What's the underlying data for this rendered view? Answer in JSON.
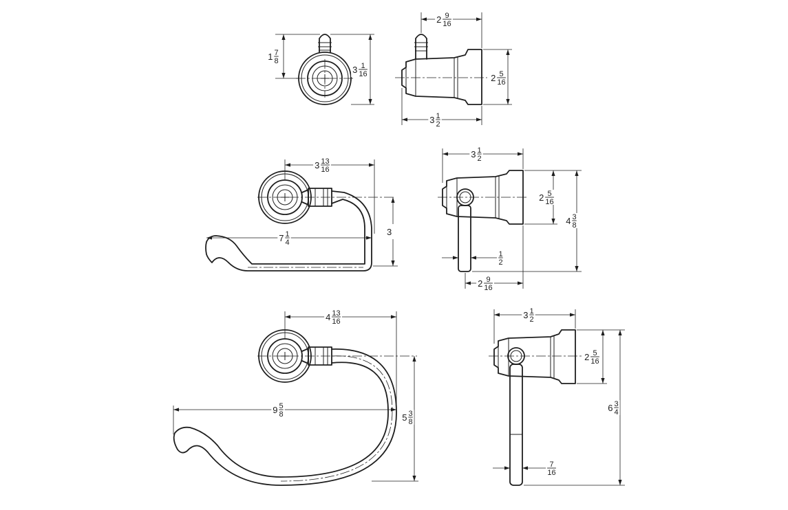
{
  "colors": {
    "line": "#1e1e1e",
    "background": "#ffffff"
  },
  "robe_hook": {
    "front_post_height": {
      "whole": "1",
      "num": "7",
      "den": "8"
    },
    "front_height": {
      "whole": "3",
      "num": "1",
      "den": "16"
    },
    "side_post_offset": {
      "whole": "2",
      "num": "9",
      "den": "16"
    },
    "side_base_height": {
      "whole": "2",
      "num": "5",
      "den": "16"
    },
    "side_depth": {
      "whole": "3",
      "num": "1",
      "den": "2"
    }
  },
  "paper_holder": {
    "front_center_to_end": {
      "whole": "3",
      "num": "13",
      "den": "16"
    },
    "front_width": {
      "whole": "7",
      "num": "1",
      "den": "4"
    },
    "front_drop": {
      "whole": "3",
      "num": "",
      "den": ""
    },
    "side_depth": {
      "whole": "3",
      "num": "1",
      "den": "2"
    },
    "side_base_height": {
      "whole": "2",
      "num": "5",
      "den": "16"
    },
    "side_total_height": {
      "whole": "4",
      "num": "3",
      "den": "8"
    },
    "side_arm_thickness": {
      "whole": "",
      "num": "1",
      "den": "2"
    },
    "side_arm_offset": {
      "whole": "2",
      "num": "9",
      "den": "16"
    }
  },
  "towel_ring": {
    "front_center_to_end": {
      "whole": "4",
      "num": "13",
      "den": "16"
    },
    "front_width": {
      "whole": "9",
      "num": "5",
      "den": "8"
    },
    "front_drop": {
      "whole": "5",
      "num": "3",
      "den": "8"
    },
    "side_depth": {
      "whole": "3",
      "num": "1",
      "den": "2"
    },
    "side_base_height": {
      "whole": "2",
      "num": "5",
      "den": "16"
    },
    "side_total_height": {
      "whole": "6",
      "num": "3",
      "den": "4"
    },
    "side_ring_thickness": {
      "whole": "",
      "num": "7",
      "den": "16"
    }
  }
}
